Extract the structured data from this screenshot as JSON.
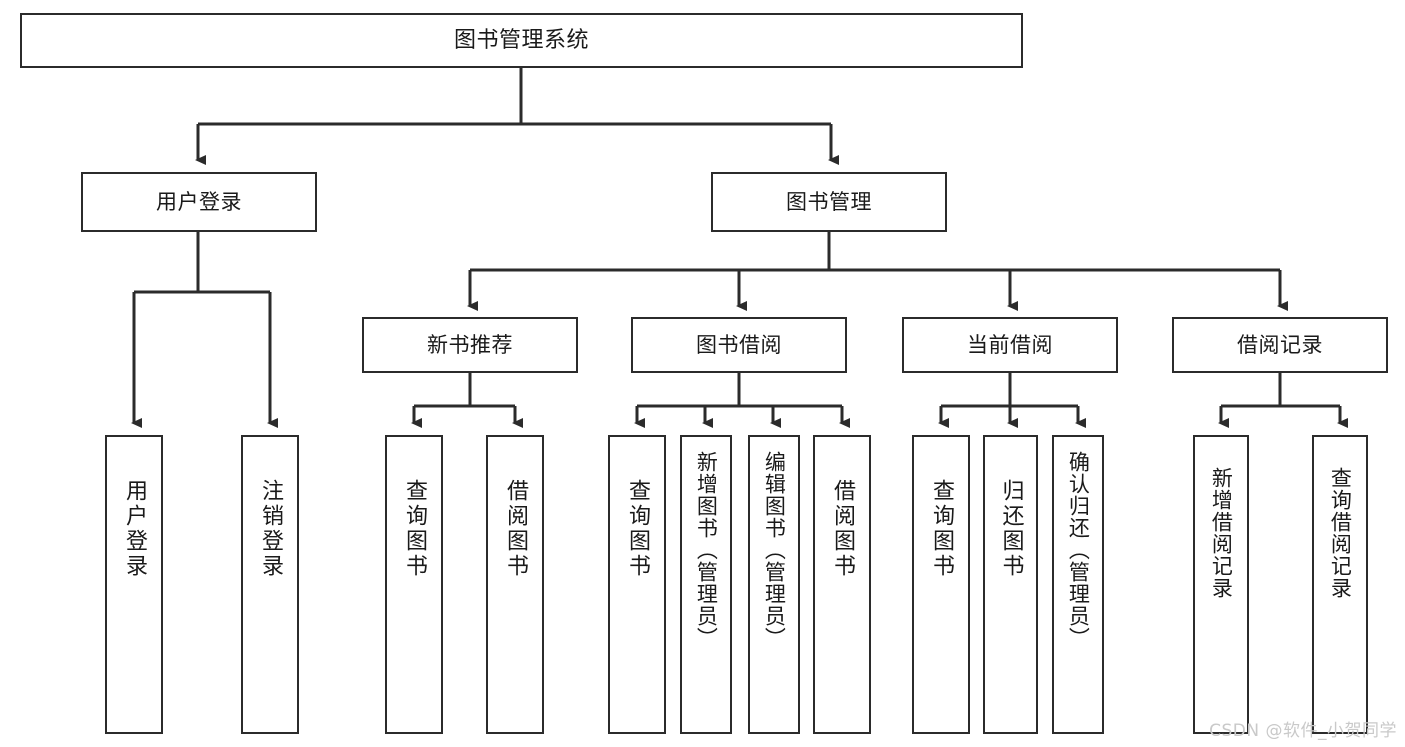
{
  "diagram": {
    "title": "图书管理系统",
    "type": "tree-hierarchy-chart",
    "stroke_color": "#2b2b2b",
    "fill_color": "#ffffff",
    "text_color": "#1a1a1a"
  },
  "nodes": {
    "root": {
      "label": "图书管理系统"
    },
    "level2": [
      {
        "label": "用户登录"
      },
      {
        "label": "图书管理"
      }
    ],
    "level3": [
      {
        "label": "新书推荐"
      },
      {
        "label": "图书借阅"
      },
      {
        "label": "当前借阅"
      },
      {
        "label": "借阅记录"
      }
    ],
    "leaves_user_login": [
      {
        "label": "用户登录"
      },
      {
        "label": "注销登录"
      }
    ],
    "leaves_new_book": [
      {
        "label": "查询图书"
      },
      {
        "label": "借阅图书"
      }
    ],
    "leaves_borrow": [
      {
        "label": "查询图书"
      },
      {
        "label": "新增图书（管理员）"
      },
      {
        "label": "编辑图书（管理员）"
      },
      {
        "label": "借阅图书"
      }
    ],
    "leaves_current": [
      {
        "label": "查询图书"
      },
      {
        "label": "归还图书"
      },
      {
        "label": "确认归还（管理员）"
      }
    ],
    "leaves_records": [
      {
        "label": "新增借阅记录"
      },
      {
        "label": "查询借阅记录"
      }
    ]
  },
  "watermark": {
    "text": "CSDN @软件_小贺同学"
  }
}
